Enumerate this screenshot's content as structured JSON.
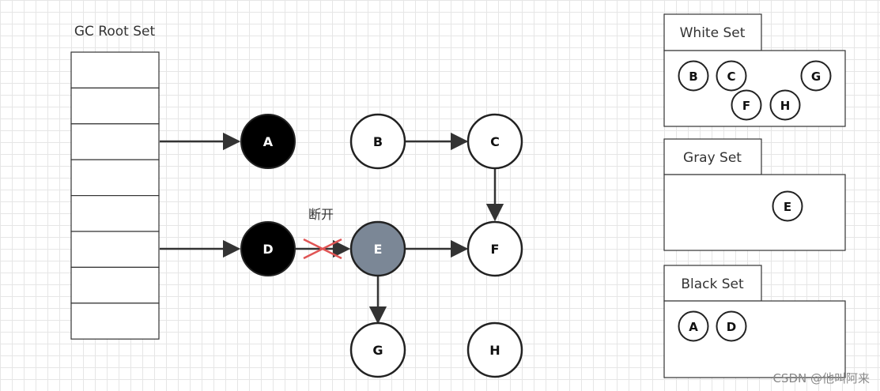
{
  "root_set": {
    "title": "GC Root Set",
    "slot_count": 8
  },
  "graph": {
    "nodes": [
      {
        "id": "A",
        "label": "A",
        "state": "black"
      },
      {
        "id": "B",
        "label": "B",
        "state": "white"
      },
      {
        "id": "C",
        "label": "C",
        "state": "white"
      },
      {
        "id": "D",
        "label": "D",
        "state": "black"
      },
      {
        "id": "E",
        "label": "E",
        "state": "gray"
      },
      {
        "id": "F",
        "label": "F",
        "state": "white"
      },
      {
        "id": "G",
        "label": "G",
        "state": "white"
      },
      {
        "id": "H",
        "label": "H",
        "state": "white"
      }
    ],
    "edges": [
      {
        "from": "root-slot-3",
        "to": "A"
      },
      {
        "from": "root-slot-6",
        "to": "D"
      },
      {
        "from": "B",
        "to": "C"
      },
      {
        "from": "C",
        "to": "F"
      },
      {
        "from": "D",
        "to": "E",
        "broken": true
      },
      {
        "from": "E",
        "to": "F"
      },
      {
        "from": "E",
        "to": "G"
      }
    ],
    "broken_label": "断开"
  },
  "sets": {
    "white": {
      "title": "White Set",
      "items": [
        "B",
        "C",
        "G",
        "F",
        "H"
      ]
    },
    "gray": {
      "title": "Gray Set",
      "items": [
        "E"
      ]
    },
    "black": {
      "title": "Black Set",
      "items": [
        "A",
        "D"
      ]
    }
  },
  "colors": {
    "black_node": "#000000",
    "gray_node": "#7b8796",
    "white_node": "#ffffff",
    "stroke": "#333333",
    "cross": "#e05555"
  },
  "watermark": "CSDN @他叫阿来"
}
